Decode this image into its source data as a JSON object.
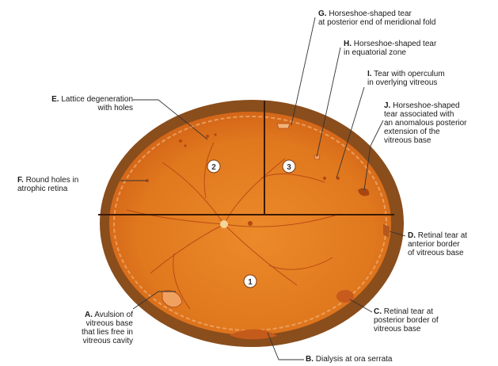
{
  "diagram": {
    "zone_numbers": [
      "1",
      "2",
      "3"
    ],
    "labels": {
      "A": {
        "letter": "A.",
        "text": "Avulsion of\nvitreous base\nthat lies free in\nvitreous cavity"
      },
      "B": {
        "letter": "B.",
        "text": "Dialysis at ora serrata"
      },
      "C": {
        "letter": "C.",
        "text": "Retinal tear at\nposterior border of\nvitreous base"
      },
      "D": {
        "letter": "D.",
        "text": "Retinal tear at\nanterior border\nof vitreous base"
      },
      "E": {
        "letter": "E.",
        "text": "Lattice degeneration\nwith holes"
      },
      "F": {
        "letter": "F.",
        "text": "Round holes in\natrophic retina"
      },
      "G": {
        "letter": "G.",
        "text": "Horseshoe-shaped tear\nat posterior end of meridional fold"
      },
      "H": {
        "letter": "H.",
        "text": "Horseshoe-shaped tear\nin equatorial zone"
      },
      "I": {
        "letter": "I.",
        "text": "Tear with operculum\nin overlying vitreous"
      },
      "J": {
        "letter": "J.",
        "text": "Horseshoe-shaped\ntear associated with\nan anomalous posterior\nextension of the\nvitreous base"
      }
    },
    "colors": {
      "rim": "#8a4d1c",
      "fundus": "#e0781e",
      "fundus_edge": "#d25f14",
      "divider": "#3a1a06",
      "leader": "#333333"
    }
  }
}
